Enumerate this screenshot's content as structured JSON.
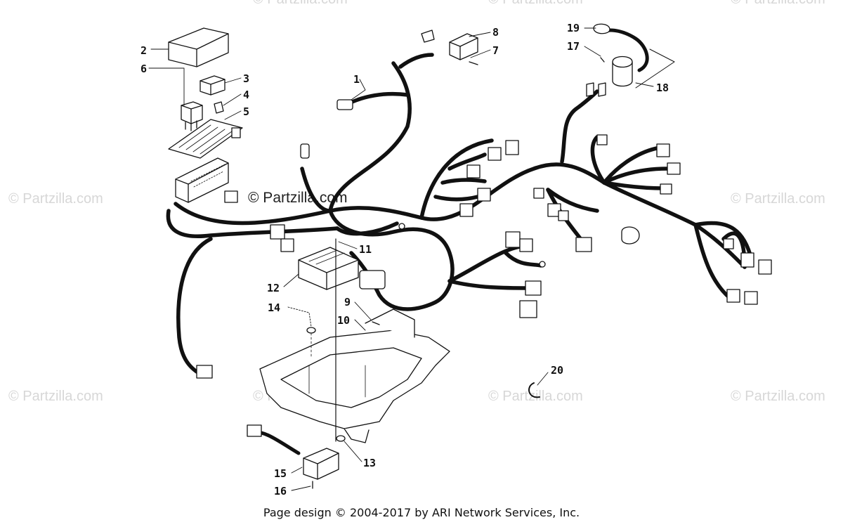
{
  "watermark": "© Partzilla.com",
  "footer": "Page design © 2004-2017 by ARI Network Services, Inc.",
  "callouts": [
    "1",
    "2",
    "3",
    "4",
    "5",
    "6",
    "7",
    "8",
    "9",
    "10",
    "11",
    "12",
    "13",
    "14",
    "15",
    "16",
    "17",
    "18",
    "19",
    "20"
  ]
}
